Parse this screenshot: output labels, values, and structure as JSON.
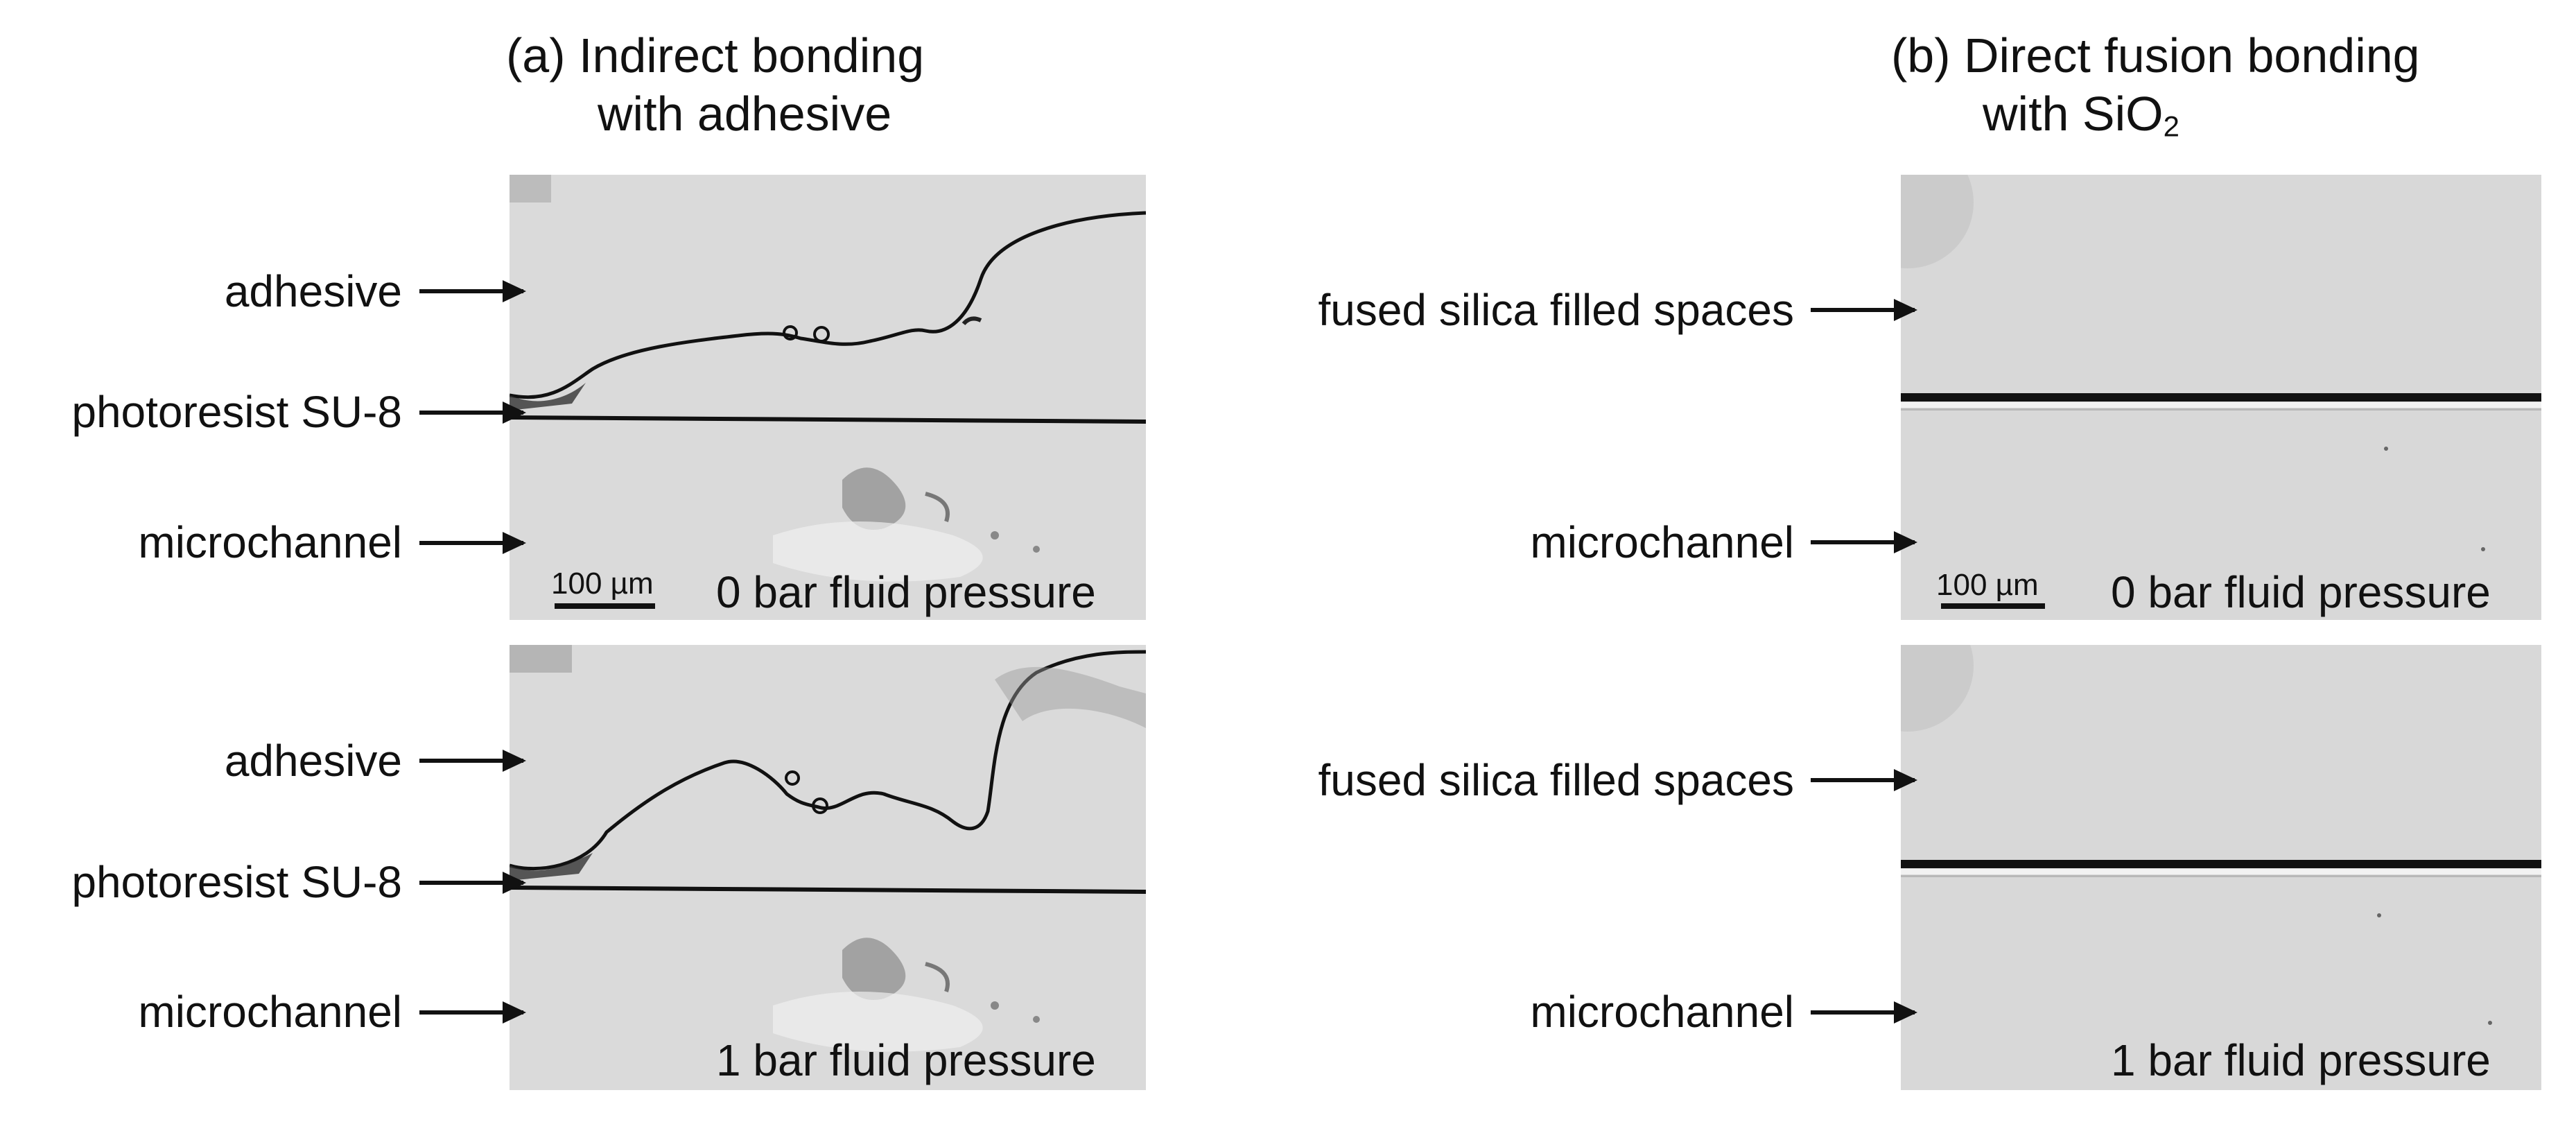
{
  "panel_a": {
    "title_line1": "(a)  Indirect bonding",
    "title_line2": "with adhesive",
    "top": {
      "labels": [
        "adhesive",
        "photoresist SU-8",
        "microchannel"
      ],
      "scale_text": "100 µm",
      "caption": "0 bar fluid pressure"
    },
    "bottom": {
      "labels": [
        "adhesive",
        "photoresist SU-8",
        "microchannel"
      ],
      "caption": "1 bar fluid pressure"
    }
  },
  "panel_b": {
    "title_line1": "(b)  Direct fusion bonding",
    "title_line2_prefix": "with SiO",
    "title_line2_sub": "2",
    "top": {
      "labels": [
        "fused silica filled spaces",
        "microchannel"
      ],
      "scale_text": "100 µm",
      "caption": "0 bar fluid pressure"
    },
    "bottom": {
      "labels": [
        "fused silica filled spaces",
        "microchannel"
      ],
      "caption": "1 bar fluid pressure"
    }
  },
  "colors": {
    "image_bg": "#d9d9d9",
    "ink": "#111111"
  }
}
